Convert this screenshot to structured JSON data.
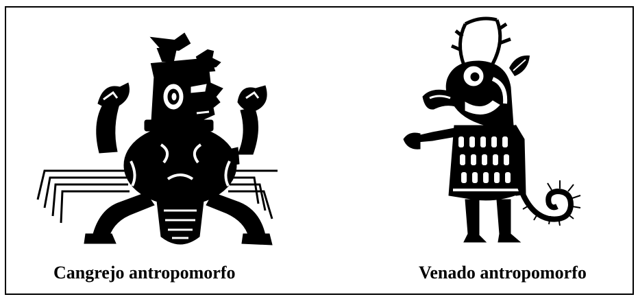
{
  "figures": [
    {
      "caption": "Cangrejo antropomorfo",
      "icon": "anthropomorphic-crab-illustration"
    },
    {
      "caption": "Venado antropomorfo",
      "icon": "anthropomorphic-deer-illustration"
    }
  ],
  "colors": {
    "ink": "#000000",
    "paper": "#ffffff"
  }
}
